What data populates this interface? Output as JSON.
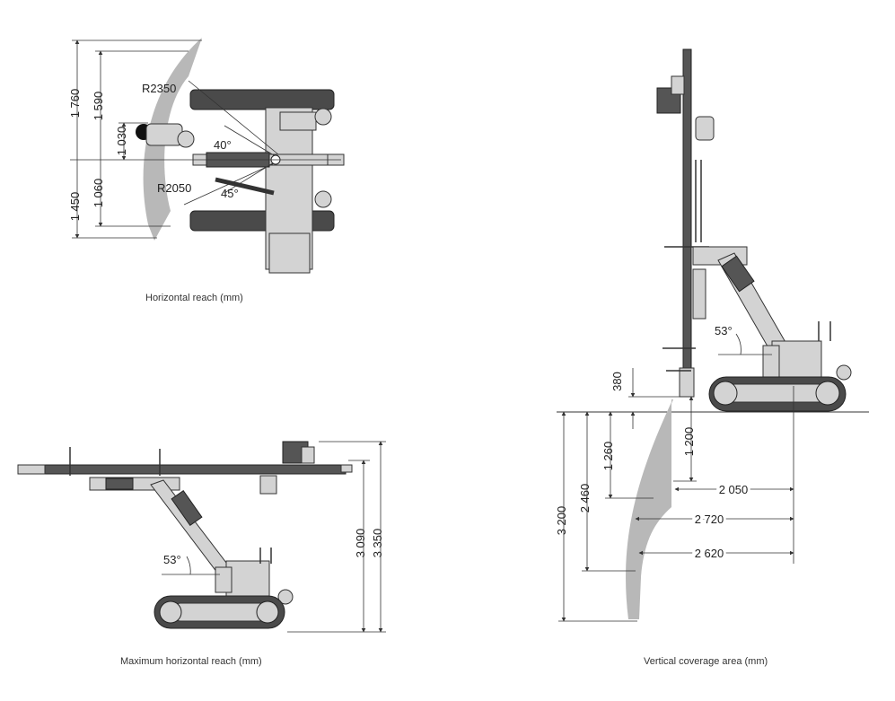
{
  "captions": {
    "horizontal_reach": "Horizontal reach (mm)",
    "max_horizontal_reach": "Maximum horizontal reach (mm)",
    "vertical_coverage": "Vertical coverage area (mm)"
  },
  "top_view": {
    "dims_left_outer": [
      "1 760",
      "1 450"
    ],
    "dims_left_inner": [
      "1 590",
      "1 060"
    ],
    "dim_center": "1 030",
    "radius_labels": [
      "R2350",
      "R2050"
    ],
    "angles": [
      "40°",
      "45°"
    ]
  },
  "side_view": {
    "angle": "53°",
    "dims_right": [
      "3 090",
      "3 350"
    ]
  },
  "vertical_view": {
    "angle": "53°",
    "dim_above_ground": "380",
    "dims_left": [
      "3 200",
      "2 460",
      "1 260"
    ],
    "dim_right_vertical": "1 200",
    "dims_horizontal": [
      "2 050",
      "2 720",
      "2 620"
    ]
  }
}
